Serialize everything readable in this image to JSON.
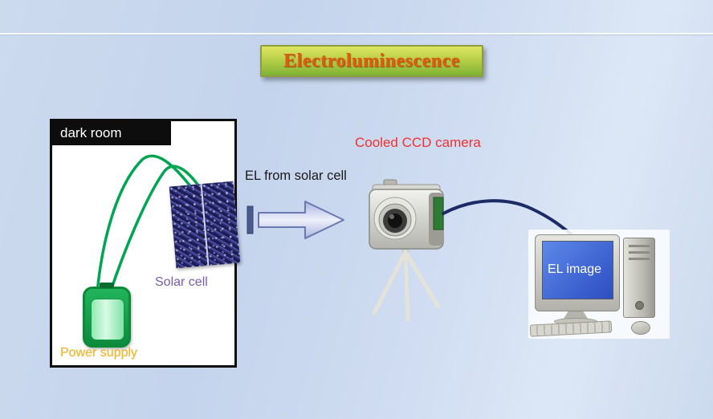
{
  "slide": {
    "title": "Electroluminescence",
    "dark_room": {
      "label": "dark room",
      "solar_cell_label": "Solar cell",
      "power_supply_label": "Power supply"
    },
    "arrow_label": "EL from solar cell",
    "camera_label": "Cooled CCD camera",
    "computer": {
      "screen_label": "EL image"
    }
  },
  "colors": {
    "slide_background": "#C9D8EE",
    "title_text": "#E2590F",
    "title_banner_top": "#DDE663",
    "title_banner_bottom": "#7FB335",
    "dark_room_border": "#0D0D0D",
    "wire_green": "#00A551",
    "solar_cell_label": "#7B5BB0",
    "power_supply_label": "#EFBA2A",
    "battery_green": "#0D8A3E",
    "arrow_fill": "#D9DEF6",
    "camera_label": "#F23030",
    "cable_navy": "#1B2B66",
    "screen_blue": "#2C4EC2"
  }
}
